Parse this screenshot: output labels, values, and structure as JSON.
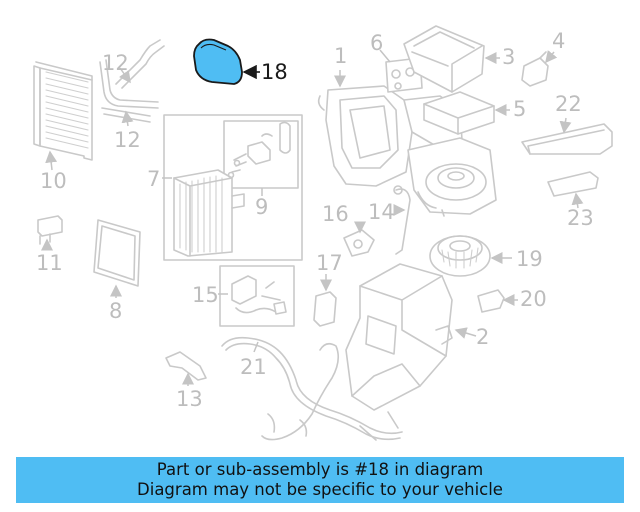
{
  "highlight": {
    "part_number": "18",
    "fill_color": "#4fbdf3",
    "outline_color": "#1a1a1a"
  },
  "callouts": {
    "c1": "1",
    "c2": "2",
    "c3": "3",
    "c4": "4",
    "c5": "5",
    "c6": "6",
    "c7": "7",
    "c8": "8",
    "c9": "9",
    "c10": "10",
    "c11": "11",
    "c12a": "12",
    "c12b": "12",
    "c13": "13",
    "c14": "14",
    "c15": "15",
    "c16": "16",
    "c17": "17",
    "c19": "19",
    "c20": "20",
    "c21": "21",
    "c22": "22",
    "c23": "23"
  },
  "banner": {
    "line1": "Part or sub-assembly is #18 in diagram",
    "line2": "Diagram may not be specific to your vehicle",
    "background": "#4fbdf3"
  }
}
